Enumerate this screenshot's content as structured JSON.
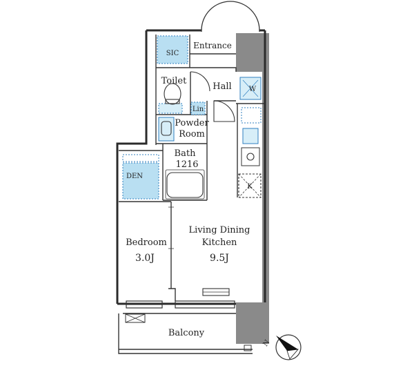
{
  "colors": {
    "wall": "#2b2b2b",
    "thin_line": "#333333",
    "storage_fill": "#b9dff2",
    "storage_dots": "#2f7fbf",
    "column_fill": "#8a8a8a",
    "appliance_fill": "#d7eef8"
  },
  "rooms": {
    "sic": "SIC",
    "entrance": "Entrance",
    "toilet": "Toilet",
    "hall": "Hall",
    "lin": "Lin",
    "powder_room_line1": "Powder",
    "powder_room_line2": "Room",
    "bath": "Bath",
    "bath_size": "1216",
    "den": "DEN",
    "bedroom": "Bedroom",
    "bedroom_size": "3.0J",
    "ldk_line1": "Living Dining",
    "ldk_line2": "Kitchen",
    "ldk_size": "9.5J",
    "balcony": "Balcony",
    "refrigerator_mark": "K",
    "washer_mark": "W"
  },
  "compass": {
    "north_label": "N",
    "icon": "north-arrow-icon"
  }
}
